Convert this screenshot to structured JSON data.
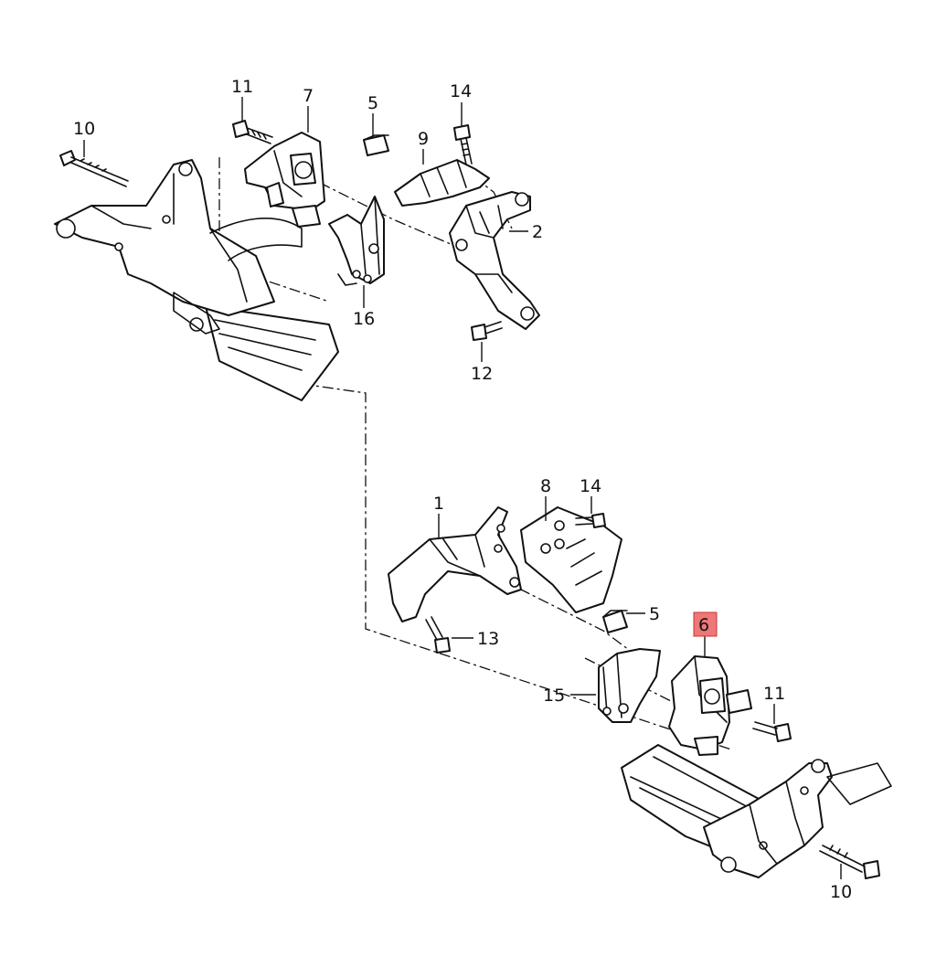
{
  "diagram": {
    "highlight_color": "#ee7777",
    "callouts": [
      {
        "id": "c10a",
        "label": "10"
      },
      {
        "id": "c11a",
        "label": "11"
      },
      {
        "id": "c7",
        "label": "7"
      },
      {
        "id": "c5a",
        "label": "5"
      },
      {
        "id": "c9",
        "label": "9"
      },
      {
        "id": "c14a",
        "label": "14"
      },
      {
        "id": "c2",
        "label": "2"
      },
      {
        "id": "c16",
        "label": "16"
      },
      {
        "id": "c12",
        "label": "12"
      },
      {
        "id": "c1",
        "label": "1"
      },
      {
        "id": "c8",
        "label": "8"
      },
      {
        "id": "c14b",
        "label": "14"
      },
      {
        "id": "c5b",
        "label": "5"
      },
      {
        "id": "c13",
        "label": "13"
      },
      {
        "id": "c6",
        "label": "6",
        "highlighted": true
      },
      {
        "id": "c15",
        "label": "15"
      },
      {
        "id": "c11b",
        "label": "11"
      },
      {
        "id": "c10b",
        "label": "10"
      }
    ]
  }
}
